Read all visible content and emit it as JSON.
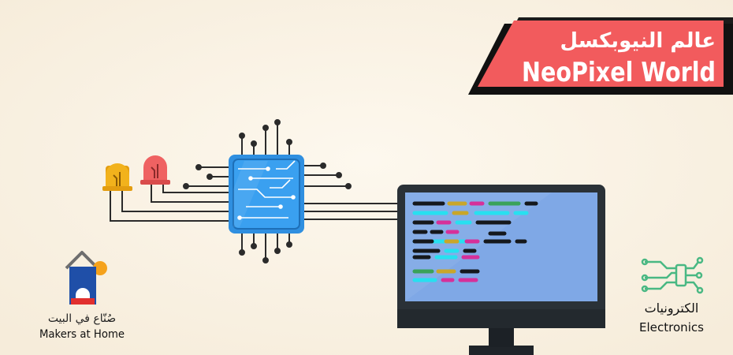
{
  "banner": {
    "title_ar": "عالم النيوبكسل",
    "title_en": "NeoPixel World"
  },
  "makers_logo": {
    "text_ar": "صُنّاع في البيت",
    "text_en": "Makers at Home"
  },
  "electronics_logo": {
    "text_ar": "الكترونيات",
    "text_en": "Electronics"
  },
  "colors": {
    "background": "#fbf4e6",
    "banner_red": "#f25b5d",
    "banner_dark": "#1b1b1b",
    "chip_blue": "#2f8fe0",
    "monitor_dark": "#2a3137",
    "screen_blue": "#7fa8e6",
    "led_yellow": "#f2b21c",
    "led_red": "#ef6262",
    "circuit_green": "#49b883",
    "makers_blue": "#1f4fa8",
    "makers_orange": "#f5a21c"
  },
  "icons": [
    "led-yellow-icon",
    "led-red-icon",
    "microcontroller-chip-icon",
    "computer-monitor-icon",
    "makers-house-logo-icon",
    "circuit-logo-icon"
  ]
}
